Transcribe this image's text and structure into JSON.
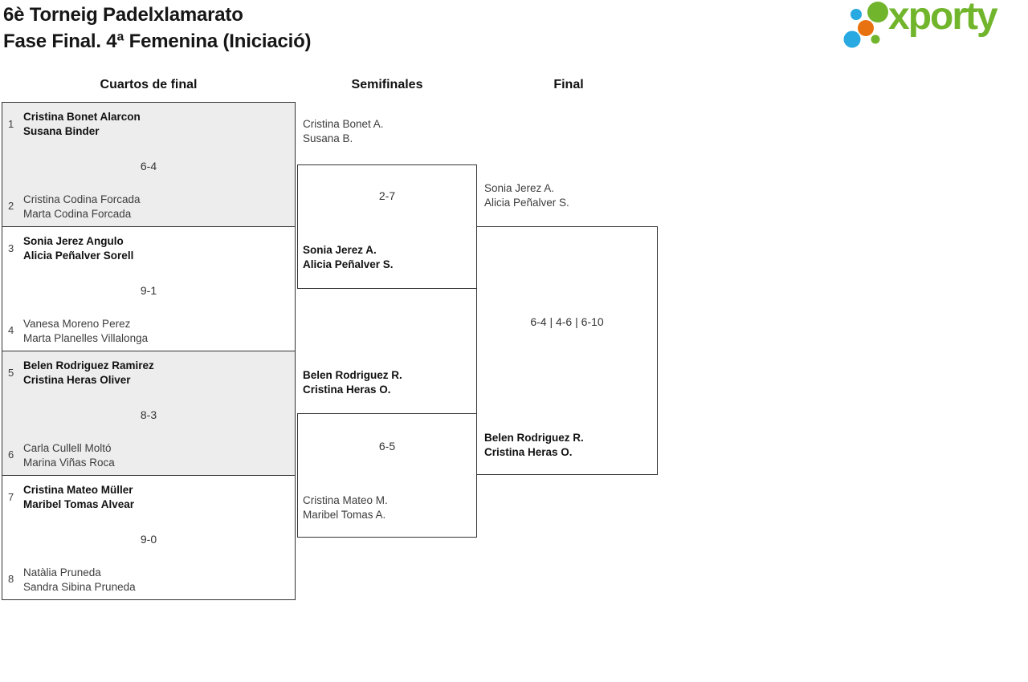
{
  "header": {
    "title_line1": "6è Torneig Padelxlamarato",
    "title_line2": "Fase Final. 4ª Femenina (Iniciació)",
    "logo": {
      "wordmark": "xporty"
    }
  },
  "colors": {
    "logo_green": "#71b52c",
    "logo_blue": "#29a9e1",
    "logo_orange": "#e87210",
    "shaded_match_bg": "#ededed",
    "box_border": "#333333",
    "winner_text": "#111111",
    "default_text": "#3d3d3d"
  },
  "rounds": {
    "quarterfinals": "Cuartos de final",
    "semifinals": "Semifinales",
    "final": "Final"
  },
  "bracket": {
    "quarterfinals": [
      {
        "seed1": "1",
        "team1": [
          "Cristina Bonet Alarcon",
          "Susana Binder"
        ],
        "score": "6-4",
        "seed2": "2",
        "team2": [
          "Cristina Codina Forcada",
          "Marta Codina Forcada"
        ],
        "winner": "team1"
      },
      {
        "seed1": "3",
        "team1": [
          "Sonia Jerez Angulo",
          "Alicia Peñalver Sorell"
        ],
        "score": "9-1",
        "seed2": "4",
        "team2": [
          "Vanesa Moreno Perez",
          "Marta Planelles Villalonga"
        ],
        "winner": "team1"
      },
      {
        "seed1": "5",
        "team1": [
          "Belen Rodriguez Ramirez",
          "Cristina Heras Oliver"
        ],
        "score": "8-3",
        "seed2": "6",
        "team2": [
          "Carla Cullell Moltó",
          "Marina Viñas Roca"
        ],
        "winner": "team1"
      },
      {
        "seed1": "7",
        "team1": [
          "Cristina Mateo Müller",
          "Maribel Tomas Alvear"
        ],
        "score": "9-0",
        "seed2": "8",
        "team2": [
          "Natàlia Pruneda",
          "Sandra Sibina Pruneda"
        ],
        "winner": "team1"
      }
    ],
    "semifinals": [
      {
        "team1": [
          "Cristina Bonet A.",
          "Susana B."
        ],
        "score": "2-7",
        "team2": [
          "Sonia Jerez A.",
          "Alicia Peñalver S."
        ],
        "winner": "team2"
      },
      {
        "team1": [
          "Belen Rodriguez R.",
          "Cristina Heras O."
        ],
        "score": "6-5",
        "team2": [
          "Cristina Mateo M.",
          "Maribel Tomas A."
        ],
        "winner": "team1"
      }
    ],
    "final": {
      "team1": [
        "Sonia Jerez A.",
        "Alicia Peñalver S."
      ],
      "score": "6-4 | 4-6 | 6-10",
      "team2": [
        "Belen Rodriguez R.",
        "Cristina Heras O."
      ],
      "winner": "team2"
    }
  }
}
